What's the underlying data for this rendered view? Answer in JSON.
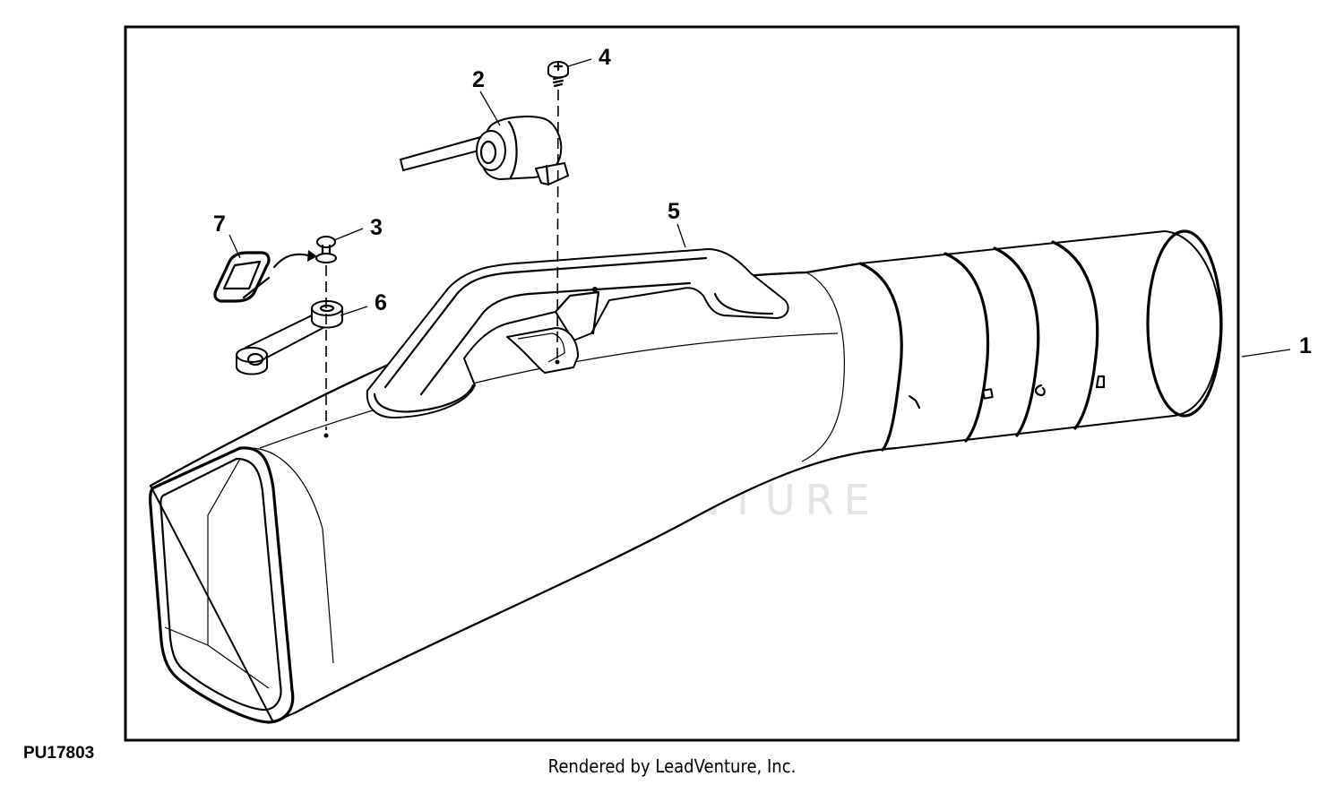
{
  "diagram": {
    "id": "PU17803",
    "callouts": [
      "1",
      "2",
      "3",
      "4",
      "5",
      "6",
      "7"
    ],
    "watermark": "LEADVENTURE",
    "footer": "Rendered by LeadVenture, Inc."
  }
}
